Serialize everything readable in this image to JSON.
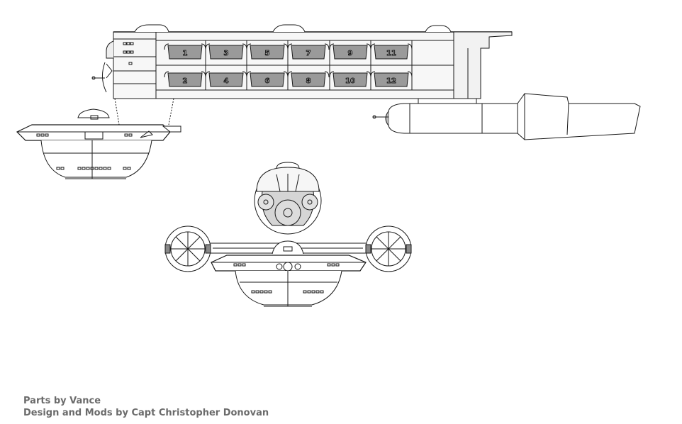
{
  "credits": {
    "parts": "Parts by Vance",
    "design": "Design and Mods by Capt Christopher Donovan"
  },
  "cargo_pods": {
    "top_row": [
      "1",
      "3",
      "5",
      "7",
      "9",
      "11"
    ],
    "bottom_row": [
      "2",
      "4",
      "6",
      "8",
      "10",
      "12"
    ]
  },
  "colors": {
    "line": "#1a1a1a",
    "pod_fill": "#9a9a9a",
    "panel_fill": "#f4f4f4",
    "credit_text": "#6b6b6b"
  }
}
